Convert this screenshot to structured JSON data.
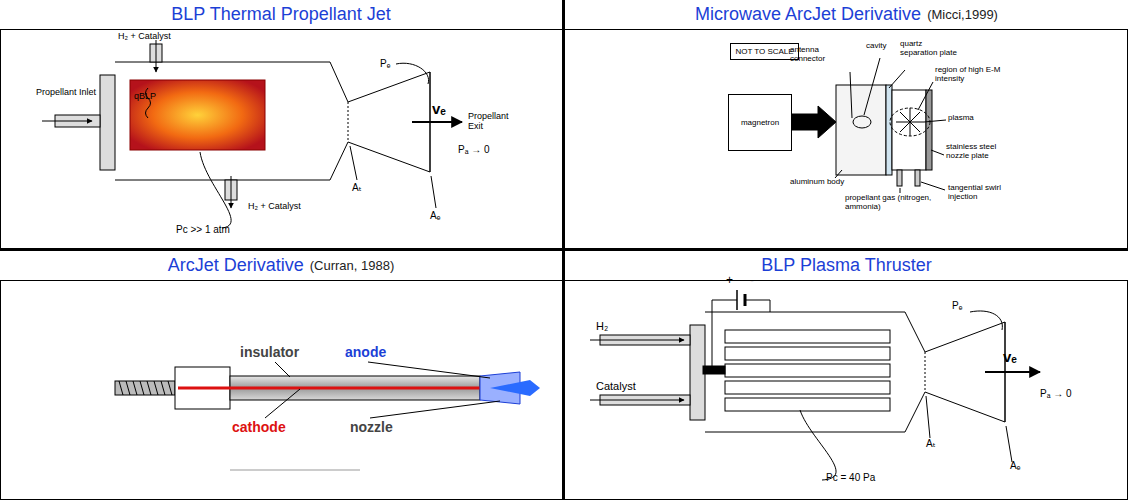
{
  "diagram": {
    "nodes": [
      {
        "text": [
          "BLP Thermal Propellant Jet"
        ]
      },
      {
        "text": [
          "Microwave ArcJet Derivative",
          "(Micci,1999)"
        ]
      },
      {
        "text": [
          "NOT TO SCALE"
        ],
        "in": 1
      },
      {
        "text": [
          "magnetron"
        ],
        "in": 1
      },
      {
        "text": [
          "ArcJet Derivative",
          "(Curran, 1988)"
        ]
      },
      {
        "text": [
          "BLP Plasma Thruster"
        ]
      }
    ],
    "labels": [
      "H₂ + Catalyst",
      "qBLP",
      "Propellant Inlet",
      "Pₑ",
      "vₑ",
      "Propellant Exit",
      "Pₐ → 0",
      "Aₜ",
      "Aₑ",
      "Pc >> 1 atm",
      "H₂ + Catalyst",
      "cavity",
      "quartz separation plate",
      "antenna connector",
      "region of high E-M intensity",
      "plasma",
      "stainless steel nozzle plate",
      "aluminum body",
      "propellant gas (nitrogen, ammonia)",
      "tangential swirl injection",
      "insulator",
      "anode",
      "cathode",
      "nozzle",
      "+",
      "-",
      "H₂",
      "Catalyst",
      "Pₑ",
      "vₑ",
      "Pₐ → 0",
      "Aₜ",
      "Aₑ",
      "Pc = 40 Pa"
    ]
  }
}
